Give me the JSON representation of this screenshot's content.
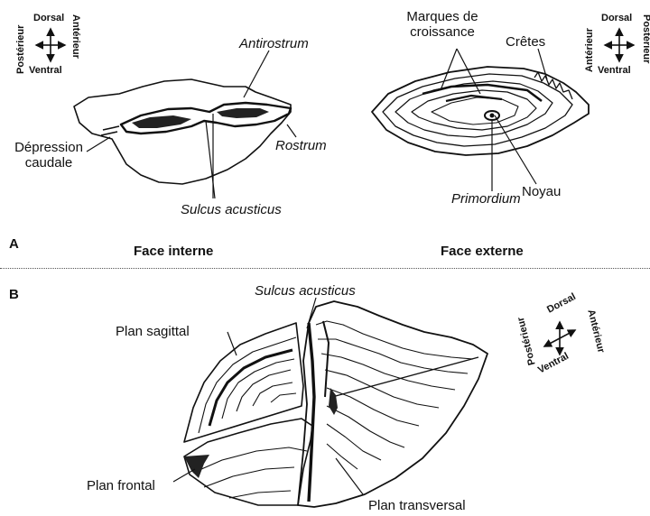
{
  "panel_a": {
    "letter": "A",
    "compass_left": {
      "top": "Dorsal",
      "bottom": "Ventral",
      "left": "Postérieur",
      "right": "Antérieur"
    },
    "compass_right": {
      "top": "Dorsal",
      "bottom": "Ventral",
      "left": "Antérieur",
      "right": "Postérieur"
    },
    "labels": {
      "antirostrum": "Antirostrum",
      "depression_line1": "Dépression",
      "depression_line2": "caudale",
      "rostrum": "Rostrum",
      "sulcus": "Sulcus acusticus",
      "marques_line1": "Marques de",
      "marques_line2": "croissance",
      "cretes": "Crêtes",
      "noyau": "Noyau",
      "primordium": "Primordium"
    },
    "face_interne": "Face interne",
    "face_externe": "Face externe"
  },
  "panel_b": {
    "letter": "B",
    "compass": {
      "top": "Dorsal",
      "bottom": "Ventral",
      "left": "Postérieur",
      "right": "Antérieur"
    },
    "labels": {
      "sulcus": "Sulcus acusticus",
      "plan_sagittal": "Plan sagittal",
      "plan_frontal": "Plan frontal",
      "plan_transversal": "Plan transversal"
    }
  }
}
